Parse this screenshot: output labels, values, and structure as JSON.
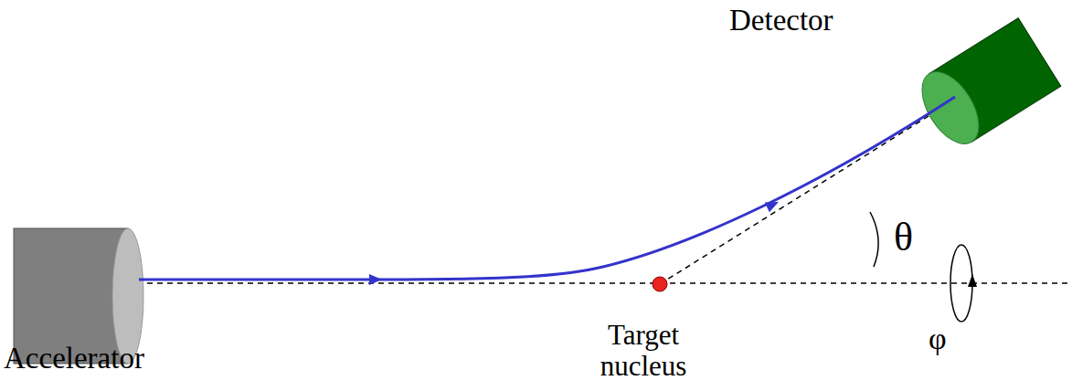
{
  "diagram": {
    "labels": [
      "Detector",
      "θ",
      "Target nucleus",
      "φ",
      "Accelerator"
    ]
  }
}
